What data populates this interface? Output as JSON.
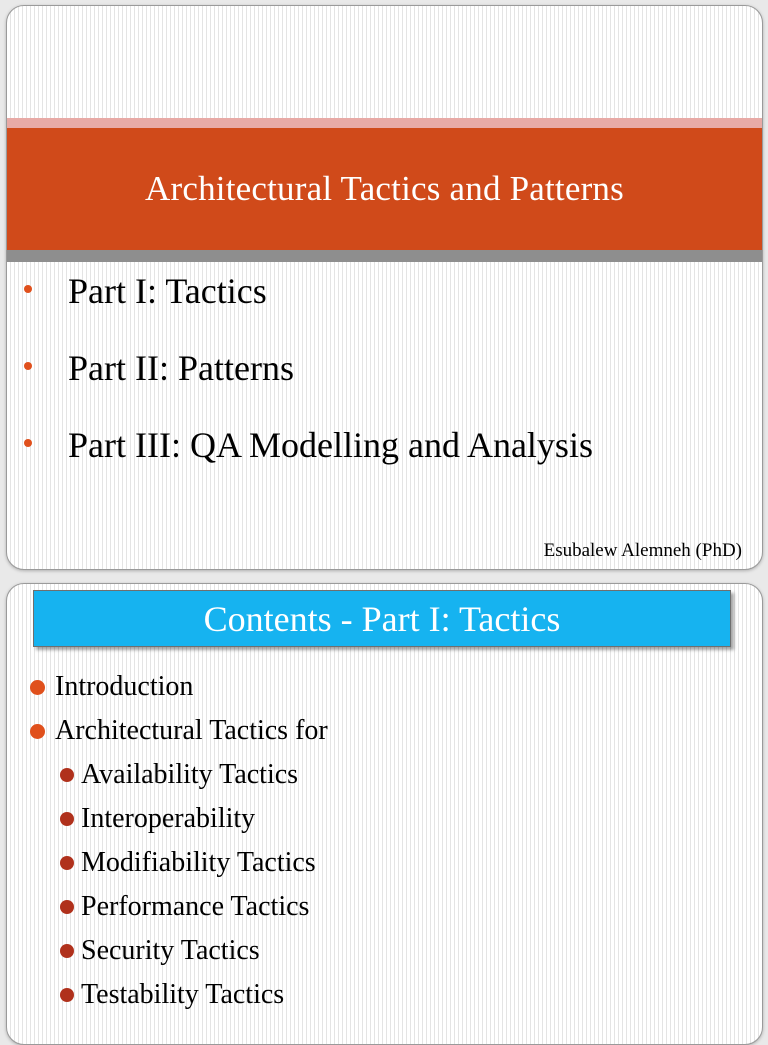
{
  "slide1": {
    "title": "Architectural Tactics and Patterns",
    "bullets": [
      "Part I: Tactics",
      "Part II: Patterns",
      "Part III: QA Modelling and Analysis"
    ],
    "author": "Esubalew Alemneh (PhD)",
    "colors": {
      "title_band": "#d04a1a",
      "bullet": "#e0501c"
    }
  },
  "slide2": {
    "title": "Contents - Part I: Tactics",
    "items": [
      "Introduction",
      "Architectural Tactics  for"
    ],
    "subitems": [
      "Availability Tactics",
      "Interoperability",
      "Modifiability Tactics",
      "Performance Tactics",
      "Security Tactics",
      "Testability Tactics"
    ],
    "colors": {
      "banner": "#16b3f0",
      "bullet": "#e0501c",
      "sub_bullet": "#b0311c"
    }
  }
}
